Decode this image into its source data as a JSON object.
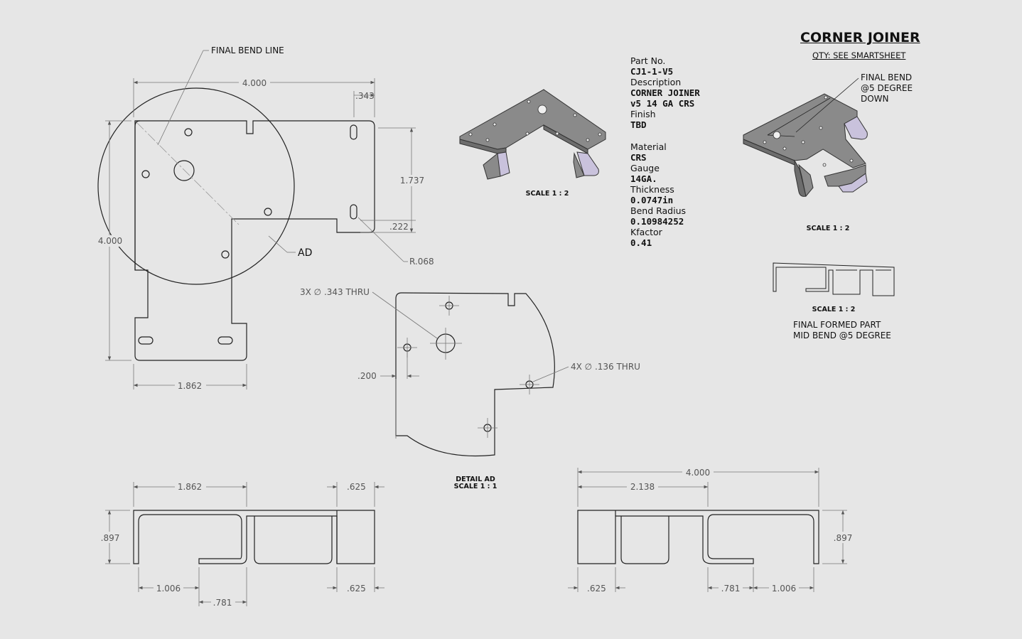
{
  "title": "CORNER JOINER",
  "qty": "QTY: SEE SMARTSHEET",
  "properties": {
    "part_no_label": "Part No.",
    "part_no": "CJ1-1-V5",
    "description_label": "Description",
    "description_1": "CORNER JOINER",
    "description_2": "v5 14 GA CRS",
    "finish_label": "Finish",
    "finish": "TBD",
    "material_label": "Material",
    "material": "CRS",
    "gauge_label": "Gauge",
    "gauge": "14GA.",
    "thickness_label": "Thickness",
    "thickness": "0.0747in",
    "bend_radius_label": "Bend Radius",
    "bend_radius": "0.10984252",
    "kfactor_label": "Kfactor",
    "kfactor": "0.41"
  },
  "flat_view": {
    "final_bend_line": "FINAL BEND LINE",
    "detail_callout": "AD",
    "dim_width": "4.000",
    "dim_height": "4.000",
    "dim_slot_offset": ".343",
    "dim_slot_span": "1.737",
    "dim_slot_bottom": ".222",
    "dim_radius": "R.068",
    "dim_tab_width": "1.862"
  },
  "detail_view": {
    "hole_large": "3X  ∅ .343 THRU",
    "hole_small": "4X  ∅ .136 THRU",
    "dim_offset": ".200",
    "label": "DETAIL AD",
    "scale": "SCALE 1 : 1"
  },
  "iso_view_1": {
    "scale": "SCALE 1 : 2"
  },
  "iso_view_2": {
    "note_1": "FINAL BEND",
    "note_2": "@5 DEGREE",
    "note_3": "DOWN",
    "scale": "SCALE 1 : 2"
  },
  "side_view_formed": {
    "scale": "SCALE 1 : 2",
    "caption_1": "FINAL FORMED PART",
    "caption_2": "MID BEND @5 DEGREE"
  },
  "front_view_left": {
    "dim_top": "1.862",
    "dim_right_top": ".625",
    "dim_height": ".897",
    "dim_bottom_1": "1.006",
    "dim_bottom_2": ".781",
    "dim_right_bottom": ".625"
  },
  "front_view_right": {
    "dim_overall": "4.000",
    "dim_top": "2.138",
    "dim_height": ".897",
    "dim_left_bottom": ".625",
    "dim_bottom_1": ".781",
    "dim_bottom_2": "1.006"
  }
}
